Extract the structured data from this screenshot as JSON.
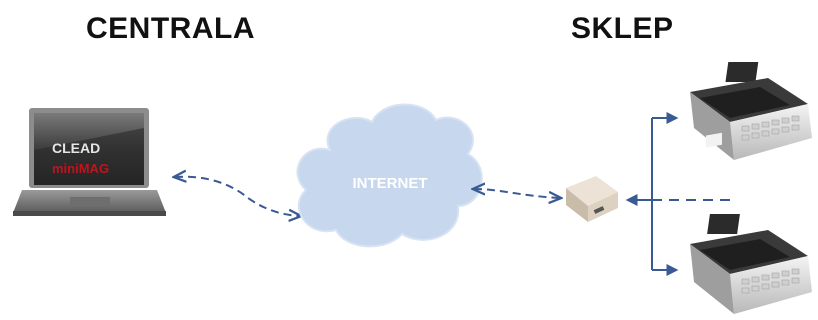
{
  "headings": {
    "left": "CENTRALA",
    "right": "SKLEP"
  },
  "nodes": {
    "laptop": {
      "icon": "laptop-icon",
      "screen_line1": "CLEAD",
      "screen_line2": "miniMAG"
    },
    "cloud": {
      "icon": "cloud-icon",
      "label": "INTERNET"
    },
    "router": {
      "icon": "router-icon"
    },
    "registers": [
      {
        "icon": "cash-register-icon"
      },
      {
        "icon": "cash-register-icon"
      }
    ]
  },
  "colors": {
    "arrow": "#3a5a93",
    "cloud_fill": "#c6d7ee",
    "cloud_text": "#ffffff",
    "screen_red": "#c0141d"
  }
}
